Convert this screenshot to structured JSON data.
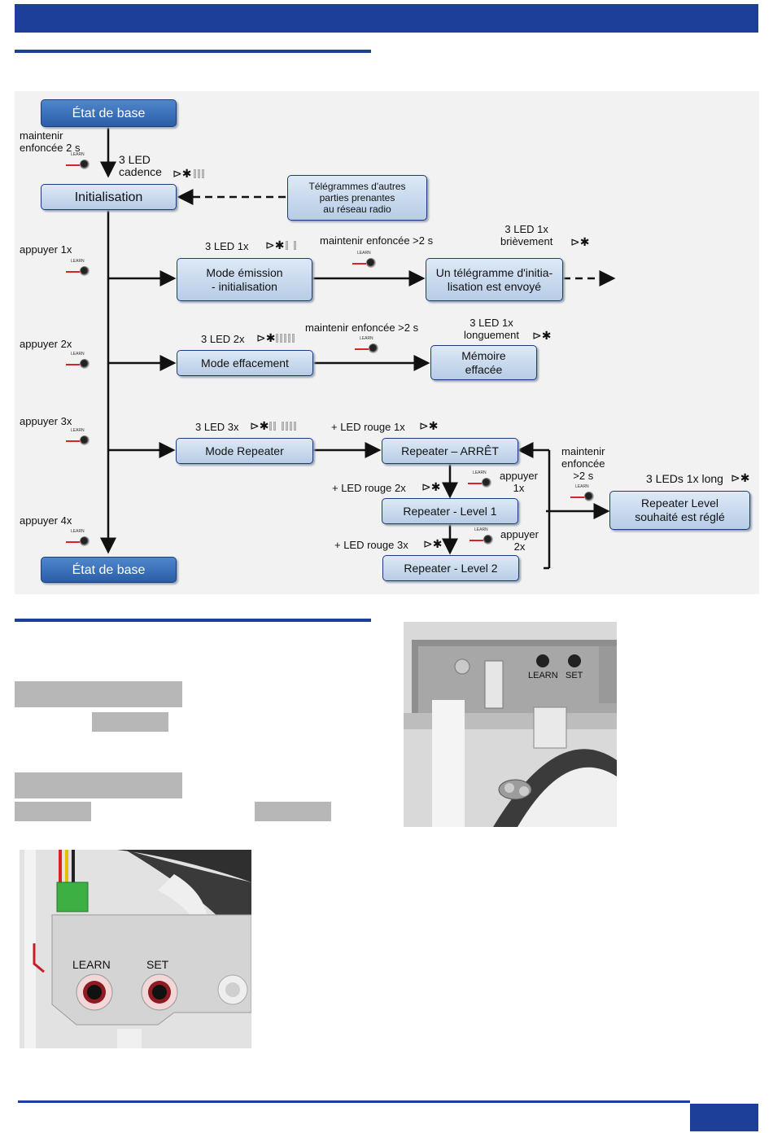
{
  "diagram": {
    "etat_top": "État de base",
    "etat_bottom": "État de base",
    "maintenir_2s": [
      "maintenir",
      "enfoncée 2 s"
    ],
    "led_cadence": [
      "3 LED",
      "cadence"
    ],
    "initialisation": "Initialisation",
    "telegrammes": [
      "Télégrammes d'autres",
      "parties prenantes",
      "au réseau radio"
    ],
    "appuyer_1x": "appuyer 1x",
    "appuyer_2x": "appuyer 2x",
    "appuyer_3x": "appuyer 3x",
    "appuyer_4x": "appuyer 4x",
    "led_1x": "3 LED 1x",
    "led_2x": "3 LED 2x",
    "led_3x": "3 LED 3x",
    "mode_emission": [
      "Mode émission",
      "- initialisation"
    ],
    "maintenir_gt2s_a": "maintenir enfoncée >2 s",
    "maintenir_gt2s_b": "maintenir enfoncée >2 s",
    "led_1x_brievement": [
      "3 LED 1x",
      "brièvement"
    ],
    "telegramme_envoye": [
      "Un télégramme d'initia-",
      "lisation est envoyé"
    ],
    "mode_effacement": "Mode effacement",
    "led_1x_longuement": [
      "3 LED 1x",
      "longuement"
    ],
    "memoire_effacee": [
      "Mémoire",
      "effacée"
    ],
    "mode_repeater": "Mode Repeater",
    "led_rouge_1x": "+ LED rouge 1x",
    "led_rouge_2x": "+ LED rouge 2x",
    "led_rouge_3x": "+ LED rouge 3x",
    "repeater_arret": "Repeater – ARRÊT",
    "repeater_level1": "Repeater - Level 1",
    "repeater_level2": "Repeater - Level 2",
    "appuyer_1x_small": [
      "appuyer",
      "1x"
    ],
    "appuyer_2x_small": [
      "appuyer",
      "2x"
    ],
    "maintenir_gt2s_right": [
      "maintenir",
      "enfoncée",
      ">2 s"
    ],
    "leds_1x_long": "3 LEDs 1x long",
    "repeater_level_regle": [
      "Repeater Level",
      "souhaité est réglé"
    ],
    "button_text": "LEARN"
  },
  "photos": {
    "top_right_labels": [
      "LEARN",
      "SET"
    ],
    "bottom_left_labels": [
      "LEARN",
      "SET"
    ]
  },
  "colors": {
    "accent": "#1e3f99",
    "box_fill": "#c9daf0",
    "box_dark": "#3a72bf",
    "arrow_red": "#d8232a"
  }
}
